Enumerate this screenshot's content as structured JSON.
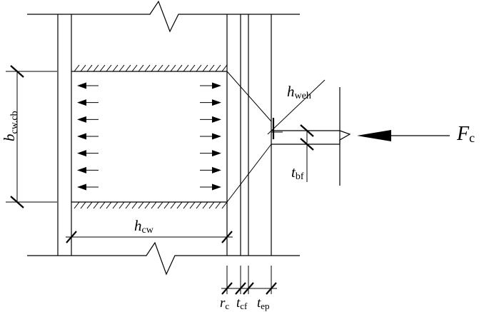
{
  "labels": {
    "b_main": "b",
    "b_sub": "cw.cb",
    "hcw_main": "h",
    "hcw_sub": "cw",
    "hweh_main": "h",
    "hweh_sub": "weh",
    "tbf_main": "t",
    "tbf_sub": "bf",
    "fc_main": "F",
    "fc_sub": "c",
    "rc_main": "r",
    "rc_sub": "c",
    "tcf_main": "t",
    "tcf_sub": "cf",
    "tep_main": "t",
    "tep_sub": "ep"
  },
  "force_arrows_count": 7
}
